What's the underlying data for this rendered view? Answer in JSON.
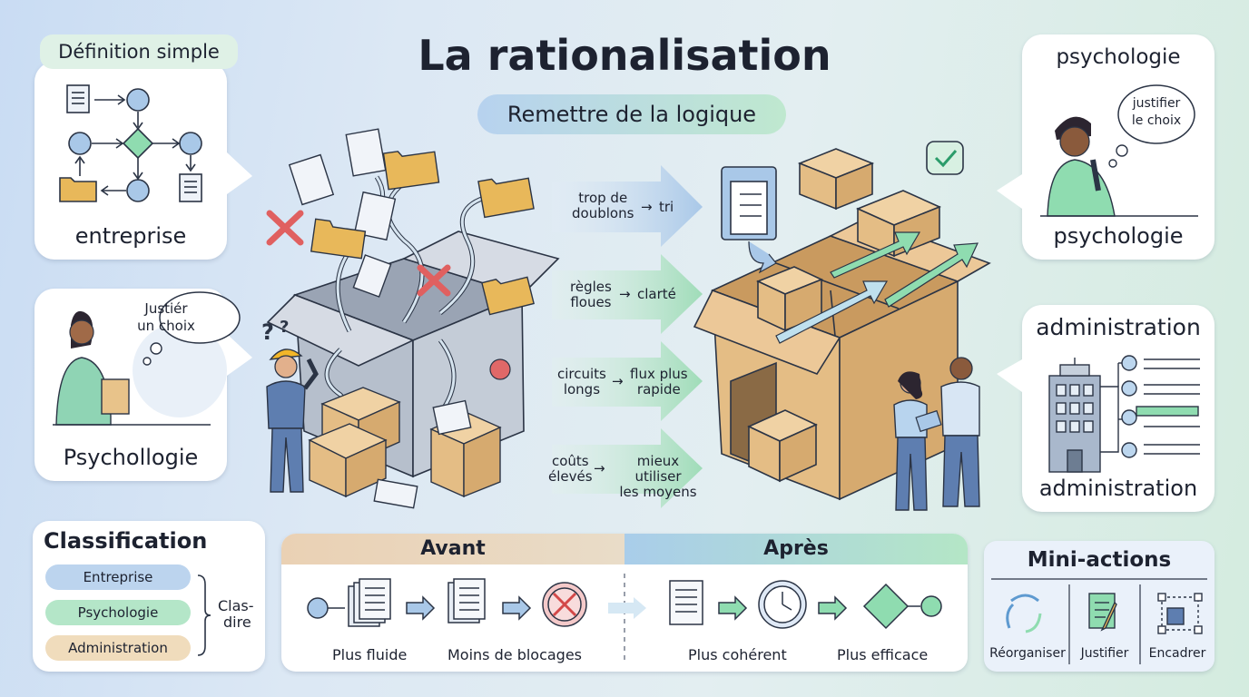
{
  "title": "La rationalisation",
  "subtitle": "Remettre de la logique",
  "left_panels": {
    "definition": {
      "tag": "Définition simple",
      "label": "entreprise"
    },
    "psych": {
      "bubble": [
        "Justiér",
        "un choix"
      ],
      "label": "Psychollogie"
    }
  },
  "right_panels": {
    "psychologie": {
      "heading": "psychologie",
      "bubble": [
        "justifier",
        "le choix"
      ],
      "label": "psychologie"
    },
    "administration": {
      "heading": "administration",
      "label": "administration"
    }
  },
  "arrows": [
    {
      "from": [
        "trop de",
        "doublons"
      ],
      "to": [
        "tri"
      ]
    },
    {
      "from": [
        "règles",
        "floues"
      ],
      "to": [
        "clarté"
      ]
    },
    {
      "from": [
        "circuits",
        "longs"
      ],
      "to": [
        "flux plus",
        "rapide"
      ]
    },
    {
      "from": [
        "coûts",
        "élevés"
      ],
      "to": [
        "mieux utiliser",
        "les moyens"
      ]
    }
  ],
  "arrow_symbol": "→",
  "classification": {
    "title": "Classification",
    "items": [
      "Entreprise",
      "Psychologie",
      "Administration"
    ],
    "bracket": [
      "Clas-",
      "dire"
    ]
  },
  "timeline": {
    "before": "Avant",
    "after": "Après",
    "labels": [
      "Plus fluide",
      "Moins de blocages",
      "Plus cohérent",
      "Plus efficace"
    ]
  },
  "mini_actions": {
    "title": "Mini-actions",
    "items": [
      "Réorganiser",
      "Justifier",
      "Encadrer"
    ]
  },
  "colors": {
    "blue": "#a9c8e8",
    "green": "#9fdcb8",
    "beige": "#edd4b0",
    "teal": "#7fd4b0",
    "red": "#e06060",
    "box": "#e8c592"
  }
}
